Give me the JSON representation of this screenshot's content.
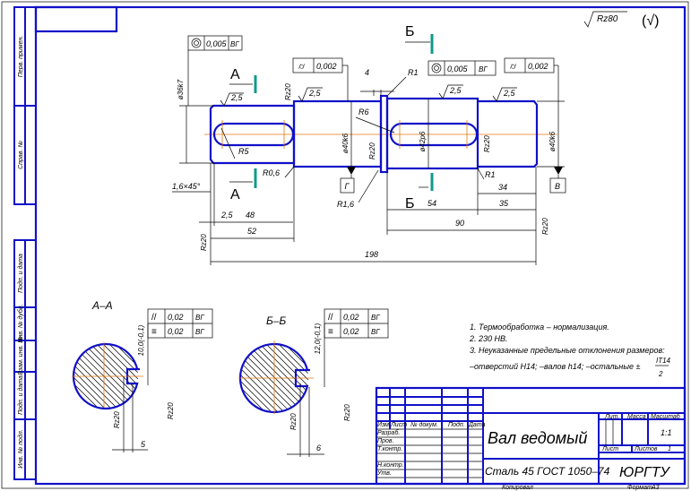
{
  "general_roughness": {
    "value": "Rz80",
    "other": "(√)"
  },
  "shaft": {
    "diameters": [
      "ø36k7",
      "ø40k6",
      "ø42p6",
      "ø40k6"
    ],
    "tolerances": [
      {
        "symbol": "concentricity",
        "value": "0,005",
        "datum": "ВГ"
      },
      {
        "symbol": "cylindricity",
        "value": "0,002"
      },
      {
        "symbol": "concentricity",
        "value": "0,005",
        "datum": "ВГ"
      },
      {
        "symbol": "cylindricity",
        "value": "0,002"
      }
    ],
    "roughness": [
      "2,5",
      "2,5",
      "2,5",
      "2,5",
      "Rz20",
      "Rz20",
      "Rz20",
      "Rz20",
      "Rz20"
    ],
    "radii": [
      "R1",
      "R6",
      "R5",
      "R0,6",
      "R1,6",
      "R1"
    ],
    "chamfer": "1,6×45°",
    "dimensions": [
      "4",
      "2,5",
      "48",
      "52",
      "198",
      "54",
      "34",
      "35",
      "90"
    ],
    "datums": [
      "Г",
      "В"
    ],
    "section_marks": [
      "А",
      "А",
      "Б",
      "Б"
    ]
  },
  "sections": [
    {
      "title": "А–А",
      "depth": "10,0(-0,1)",
      "width": "5",
      "tolerances": [
        {
          "symbol": "parallelism",
          "value": "0,02",
          "datum": "ВГ"
        },
        {
          "symbol": "symmetry",
          "value": "0,02",
          "datum": "ВГ"
        }
      ],
      "roughness": [
        "Rz20",
        "Rz20"
      ]
    },
    {
      "title": "Б–Б",
      "depth": "12,0(-0,1)",
      "width": "6",
      "tolerances": [
        {
          "symbol": "parallelism",
          "value": "0,02",
          "datum": "ВГ"
        },
        {
          "symbol": "symmetry",
          "value": "0,02",
          "datum": "ВГ"
        }
      ],
      "roughness": [
        "Rz20",
        "Rz20"
      ]
    }
  ],
  "notes": [
    "1. Термообработка – нормализация.",
    "2. 230 НВ.",
    "3. Неуказанные предельные отклонения размеров:",
    "–отверстий Н14; –валов h14; –остальные ±",
    "IT14",
    "2"
  ],
  "title_block": {
    "title": "Вал ведомый",
    "material": "Сталь 45 ГОСТ 1050–74",
    "org": "ЮРГТУ",
    "cols": [
      "Изм.",
      "Лист",
      "№ докум.",
      "Подп.",
      "Дата"
    ],
    "rows": [
      "Разраб.",
      "Пров.",
      "Т.контр.",
      "Н.контр.",
      "Утв."
    ],
    "lit": "Лит.",
    "mass": "Масса",
    "scale_label": "Масштаб",
    "scale": "1:1",
    "sheet": "Лист",
    "sheets": "Листов",
    "sheets_count": "1",
    "copied": "Копировал",
    "format_label": "Формат",
    "format": "А3"
  },
  "side_stamp": [
    "Перв. примен.",
    "Справ. №",
    "Подп. и дата",
    "Инв. № дубл.",
    "Взам. инв. №",
    "Подп. и дата",
    "Инв. № подл."
  ]
}
